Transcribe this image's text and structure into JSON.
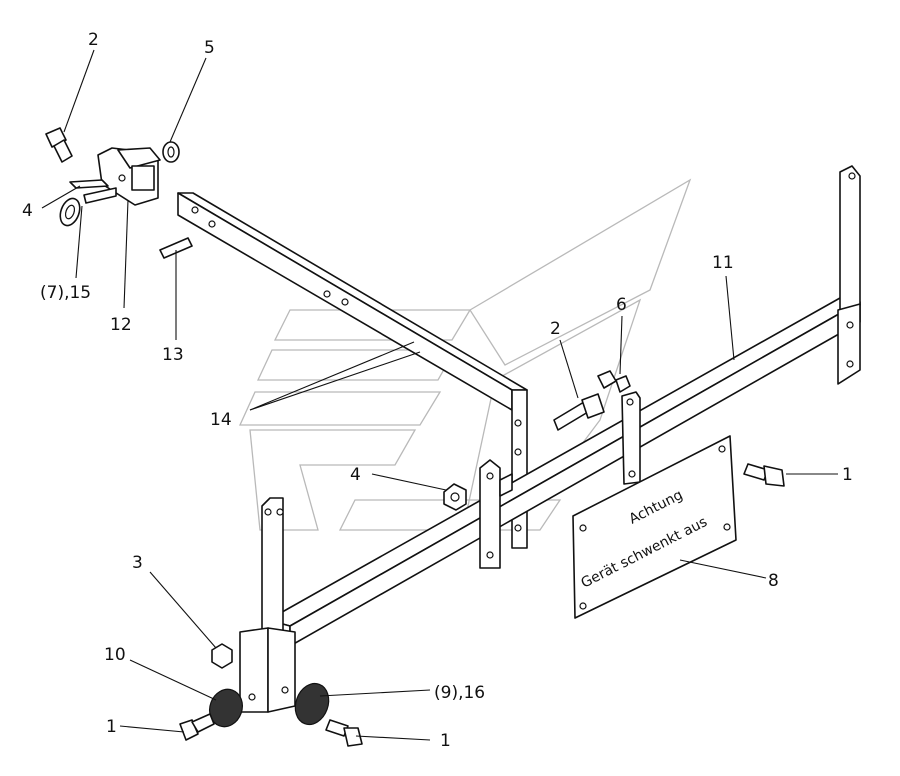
{
  "labels": {
    "l2_top": "2",
    "l5": "5",
    "l4_left": "4",
    "l7_15": "(7),15",
    "l12": "12",
    "l13": "13",
    "l14": "14",
    "l11": "11",
    "l6": "6",
    "l2_mid": "2",
    "l4_mid": "4",
    "l1_right": "1",
    "l3": "3",
    "l8": "8",
    "l10": "10",
    "l9_16": "(9),16",
    "l1_bl": "1",
    "l1_br": "1"
  },
  "plate": {
    "line1": "Achtung",
    "line2": "Gerät schwenkt aus"
  }
}
